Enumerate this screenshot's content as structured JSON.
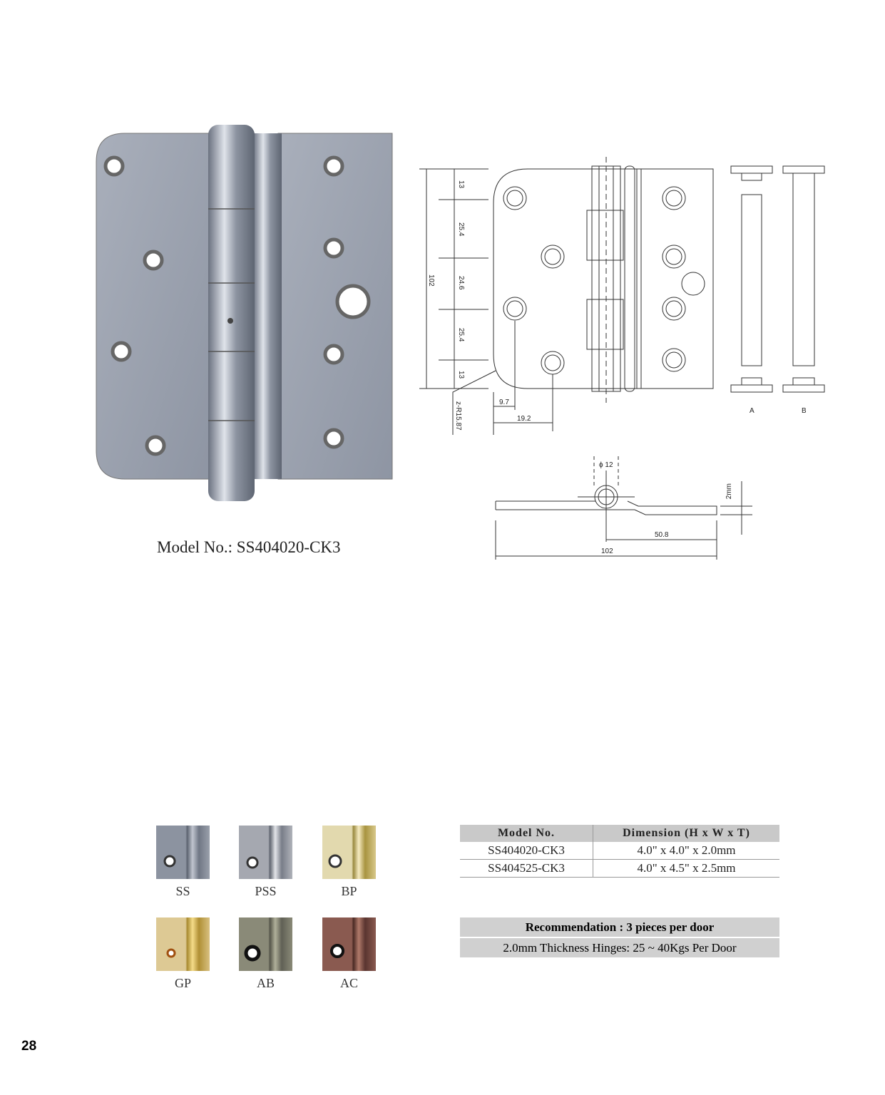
{
  "product": {
    "model_label": "Model No.: SS404020-CK3"
  },
  "drawing": {
    "dims": {
      "d13a": "13",
      "d254a": "25.4",
      "d246": "24.6",
      "d254b": "25.4",
      "d13b": "13",
      "total": "102",
      "radius": "z-R15.87",
      "x97": "9.7",
      "x192": "19.2",
      "sec_a": "A",
      "sec_b": "B"
    },
    "side": {
      "phi": "ϕ 12",
      "thick": "2mm",
      "half": "50.8",
      "width": "102"
    }
  },
  "finishes": [
    {
      "code": "SS",
      "color": "#8c93a0"
    },
    {
      "code": "PSS",
      "color": "#a5a8b0"
    },
    {
      "code": "BP",
      "color": "#d9cfa0"
    },
    {
      "code": "GP",
      "color": "#d8c48c"
    },
    {
      "code": "AB",
      "color": "#8a8a78"
    },
    {
      "code": "AC",
      "color": "#8a5a50"
    }
  ],
  "spec_table": {
    "headers": [
      "Model No.",
      "Dimension (H x W x T)"
    ],
    "rows": [
      [
        "SS404020-CK3",
        "4.0\" x 4.0\" x 2.0mm"
      ],
      [
        "SS404525-CK3",
        "4.0\" x 4.5\" x 2.5mm"
      ]
    ]
  },
  "recommendation": {
    "title": "Recommendation : 3 pieces per door",
    "detail": "2.0mm Thickness Hinges: 25 ~ 40Kgs Per Door"
  },
  "page_number": "28"
}
